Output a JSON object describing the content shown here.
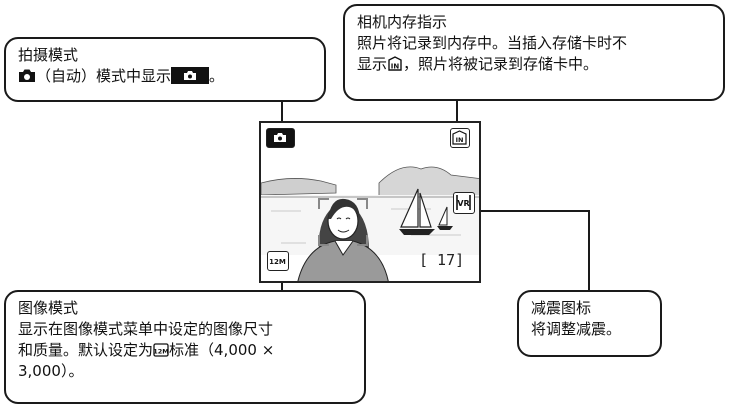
{
  "callouts": {
    "shooting_mode": {
      "title": "拍摄模式",
      "line_prefix": "（自动）模式中显示",
      "line_suffix": "。"
    },
    "internal_memory": {
      "title": "相机内存指示",
      "line1": "照片将记录到内存中。当插入存储卡时不",
      "line2_prefix": "显示",
      "line2_suffix": "，照片将被记录到存储卡中。"
    },
    "image_mode": {
      "title": "图像模式",
      "line1": "显示在图像模式菜单中设定的图像尺寸",
      "line2": "和质量。默认设定为",
      "line2_icon": "12M",
      "line2_tail": "标准（4,000 ×",
      "line3": "3,000）。"
    },
    "vibration_reduction": {
      "title": "减震图标",
      "line1": "将调整减震。"
    }
  },
  "screen": {
    "memory_icon_text": "IN",
    "vr_icon_text": "VR",
    "image_size_icon_text": "12M",
    "exposure_count": "[ 17]"
  },
  "icons": [
    "camera-icon",
    "internal-memory-icon",
    "image-size-icon",
    "vibration-reduction-icon"
  ],
  "colors": {
    "line": "#1a1a1a",
    "screen_border": "#222222",
    "background": "#ffffff"
  }
}
